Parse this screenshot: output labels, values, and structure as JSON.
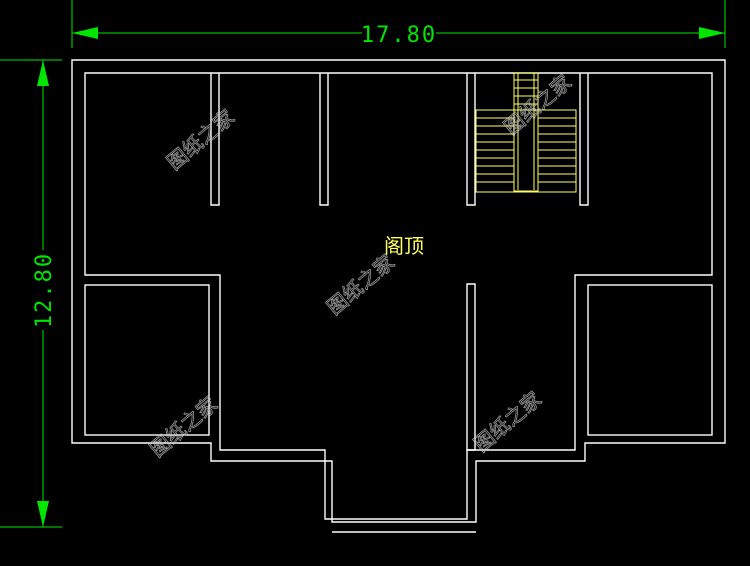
{
  "drawing": {
    "dimension_width": "17.80",
    "dimension_height": "12.80",
    "room_label": "阁顶",
    "watermark": "图纸之家"
  },
  "colors": {
    "background": "#000000",
    "dimension": "#00e600",
    "walls": "#ffffff",
    "stairs": "#ffff66"
  }
}
